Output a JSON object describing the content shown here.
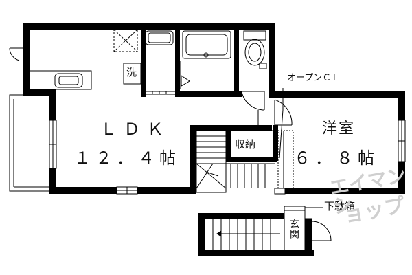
{
  "rooms": {
    "ldk_name": "ＬＤＫ",
    "ldk_size": "１２．４帖",
    "western_name": "洋室",
    "western_size": "６．８帖"
  },
  "labels": {
    "washer": "洗",
    "storage": "収納",
    "open_closet": "オープンＣＬ",
    "shoe_box": "下駄箱",
    "entrance": "玄関"
  },
  "watermark": {
    "line1": "エイマンシ",
    "line2": "ョップ"
  }
}
